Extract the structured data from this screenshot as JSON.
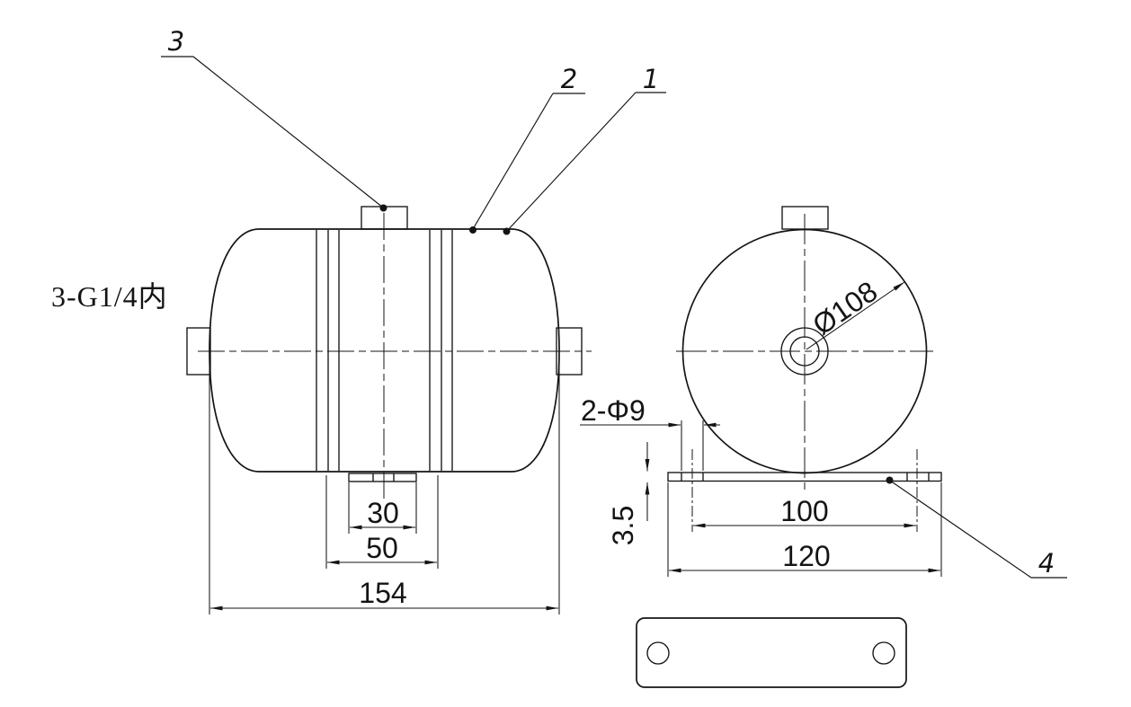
{
  "drawing_type": "engineering-drawing-small-air-tank",
  "colors": {
    "background": "#ffffff",
    "line": "#141414"
  },
  "side_view": {
    "thread_note": "3-G1/4内",
    "dims": {
      "pad_width": "30",
      "foot_width": "50",
      "length": "154"
    }
  },
  "front_view": {
    "dims": {
      "diameter": "Ø108",
      "holes": "2-Φ9",
      "plate_thickness": "3.5",
      "hole_spacing": "100",
      "plate_width": "120"
    }
  },
  "callouts": {
    "n1": "1",
    "n2": "2",
    "n3": "3",
    "n4": "4"
  }
}
